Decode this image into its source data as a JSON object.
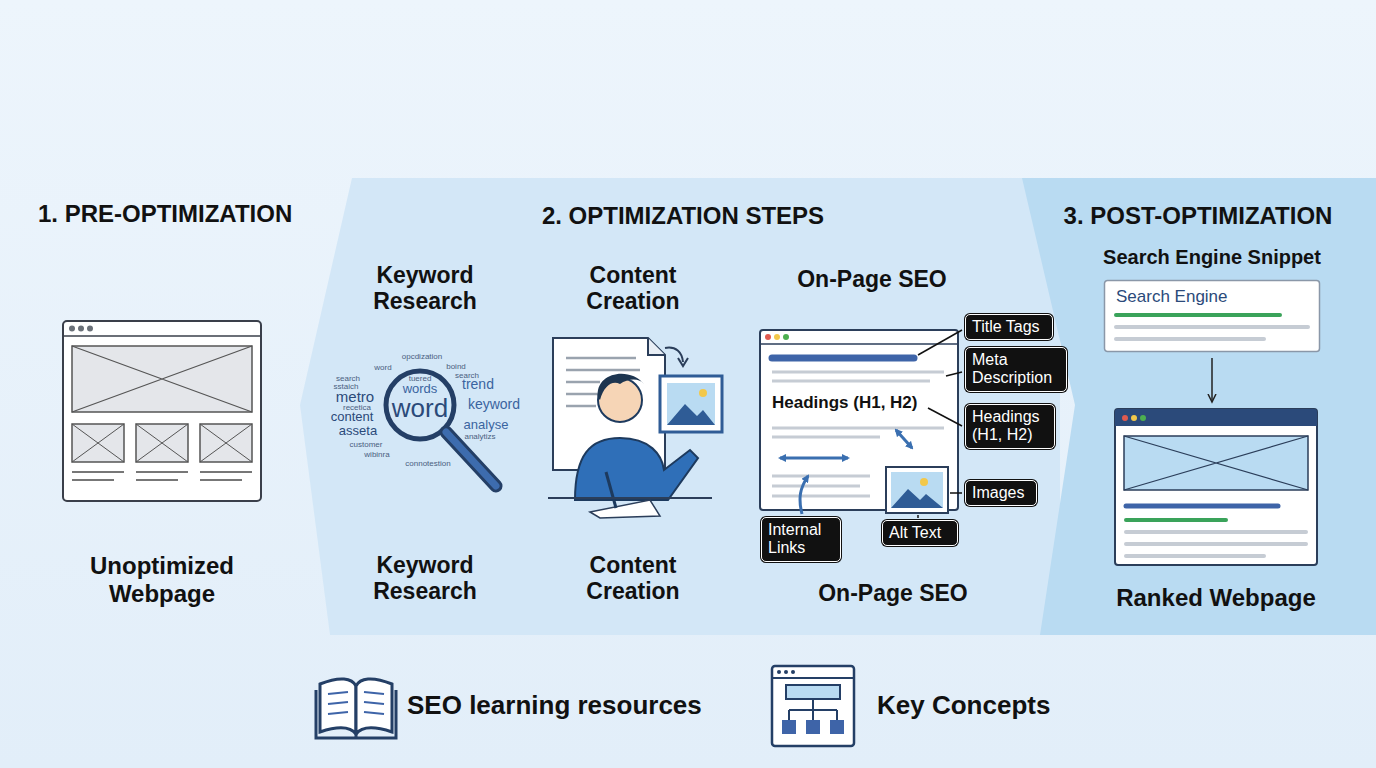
{
  "diagram": {
    "nodes": [
      {
        "text": [
          "Unoptimized Webpage"
        ]
      },
      {
        "text": [
          "2. OPTIMIZATION STEPS"
        ]
      },
      {
        "text": [
          "3. POST-OPTIMIZATION"
        ]
      },
      {
        "text": [
          "Title Tags"
        ],
        "in": 1
      },
      {
        "text": [
          "Meta Description"
        ],
        "in": 1
      },
      {
        "text": [
          "Headings (H1, H2)"
        ],
        "in": 1
      },
      {
        "text": [
          "Images"
        ],
        "in": 1
      },
      {
        "text": [
          "Internal Links"
        ],
        "in": 1
      },
      {
        "text": [
          "Alt Text"
        ],
        "in": 1
      },
      {
        "text": [
          "Search Engine Snippet",
          "Search Engine"
        ],
        "in": 2
      },
      {
        "text": [
          "Ranked Webpage"
        ],
        "in": 2
      }
    ],
    "edges": [
      {
        "from": 9,
        "to": 10,
        "arrow": "to"
      }
    ],
    "labels": [
      "1. PRE-OPTIMIZATION",
      "Keyword Research",
      "Content Creation",
      "On-Page SEO",
      "Headings (H1, H2)",
      "Keyword Research",
      "Content Creation",
      "On-Page SEO",
      "SEO learning resources",
      "Key Concepts",
      "opcdization",
      "word",
      "boind",
      "search",
      "tuered",
      "search",
      "sstaich",
      "metro",
      "trend",
      "word",
      "keyword",
      "recetica",
      "content",
      "words",
      "analyse",
      "asseta",
      "customer",
      "analytizs",
      "wibinra",
      "connotestion"
    ]
  }
}
